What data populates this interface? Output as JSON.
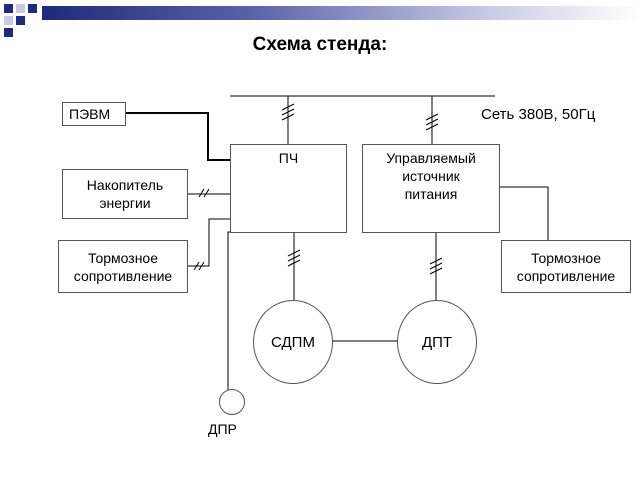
{
  "title": "Схема стенда:",
  "colors": {
    "line": "#000000",
    "border": "#555555",
    "deco_navy": "#1f2a7a",
    "deco_light": "#c9cbe6",
    "deco_grad_start": "#1f2a7a"
  },
  "nodes": {
    "pevm": "ПЭВМ",
    "pch": "ПЧ",
    "nakopitel": [
      "Накопитель",
      "энергии"
    ],
    "tormoz_left": [
      "Тормозное",
      "сопротивление"
    ],
    "source": [
      "Управляемый",
      "источник",
      "питания"
    ],
    "tormoz_right": [
      "Тормозное",
      "сопротивление"
    ],
    "sdpm": "СДПМ",
    "dpt": "ДПТ",
    "dpr": "ДПР"
  },
  "network_label": "Сеть 380В, 50Гц"
}
